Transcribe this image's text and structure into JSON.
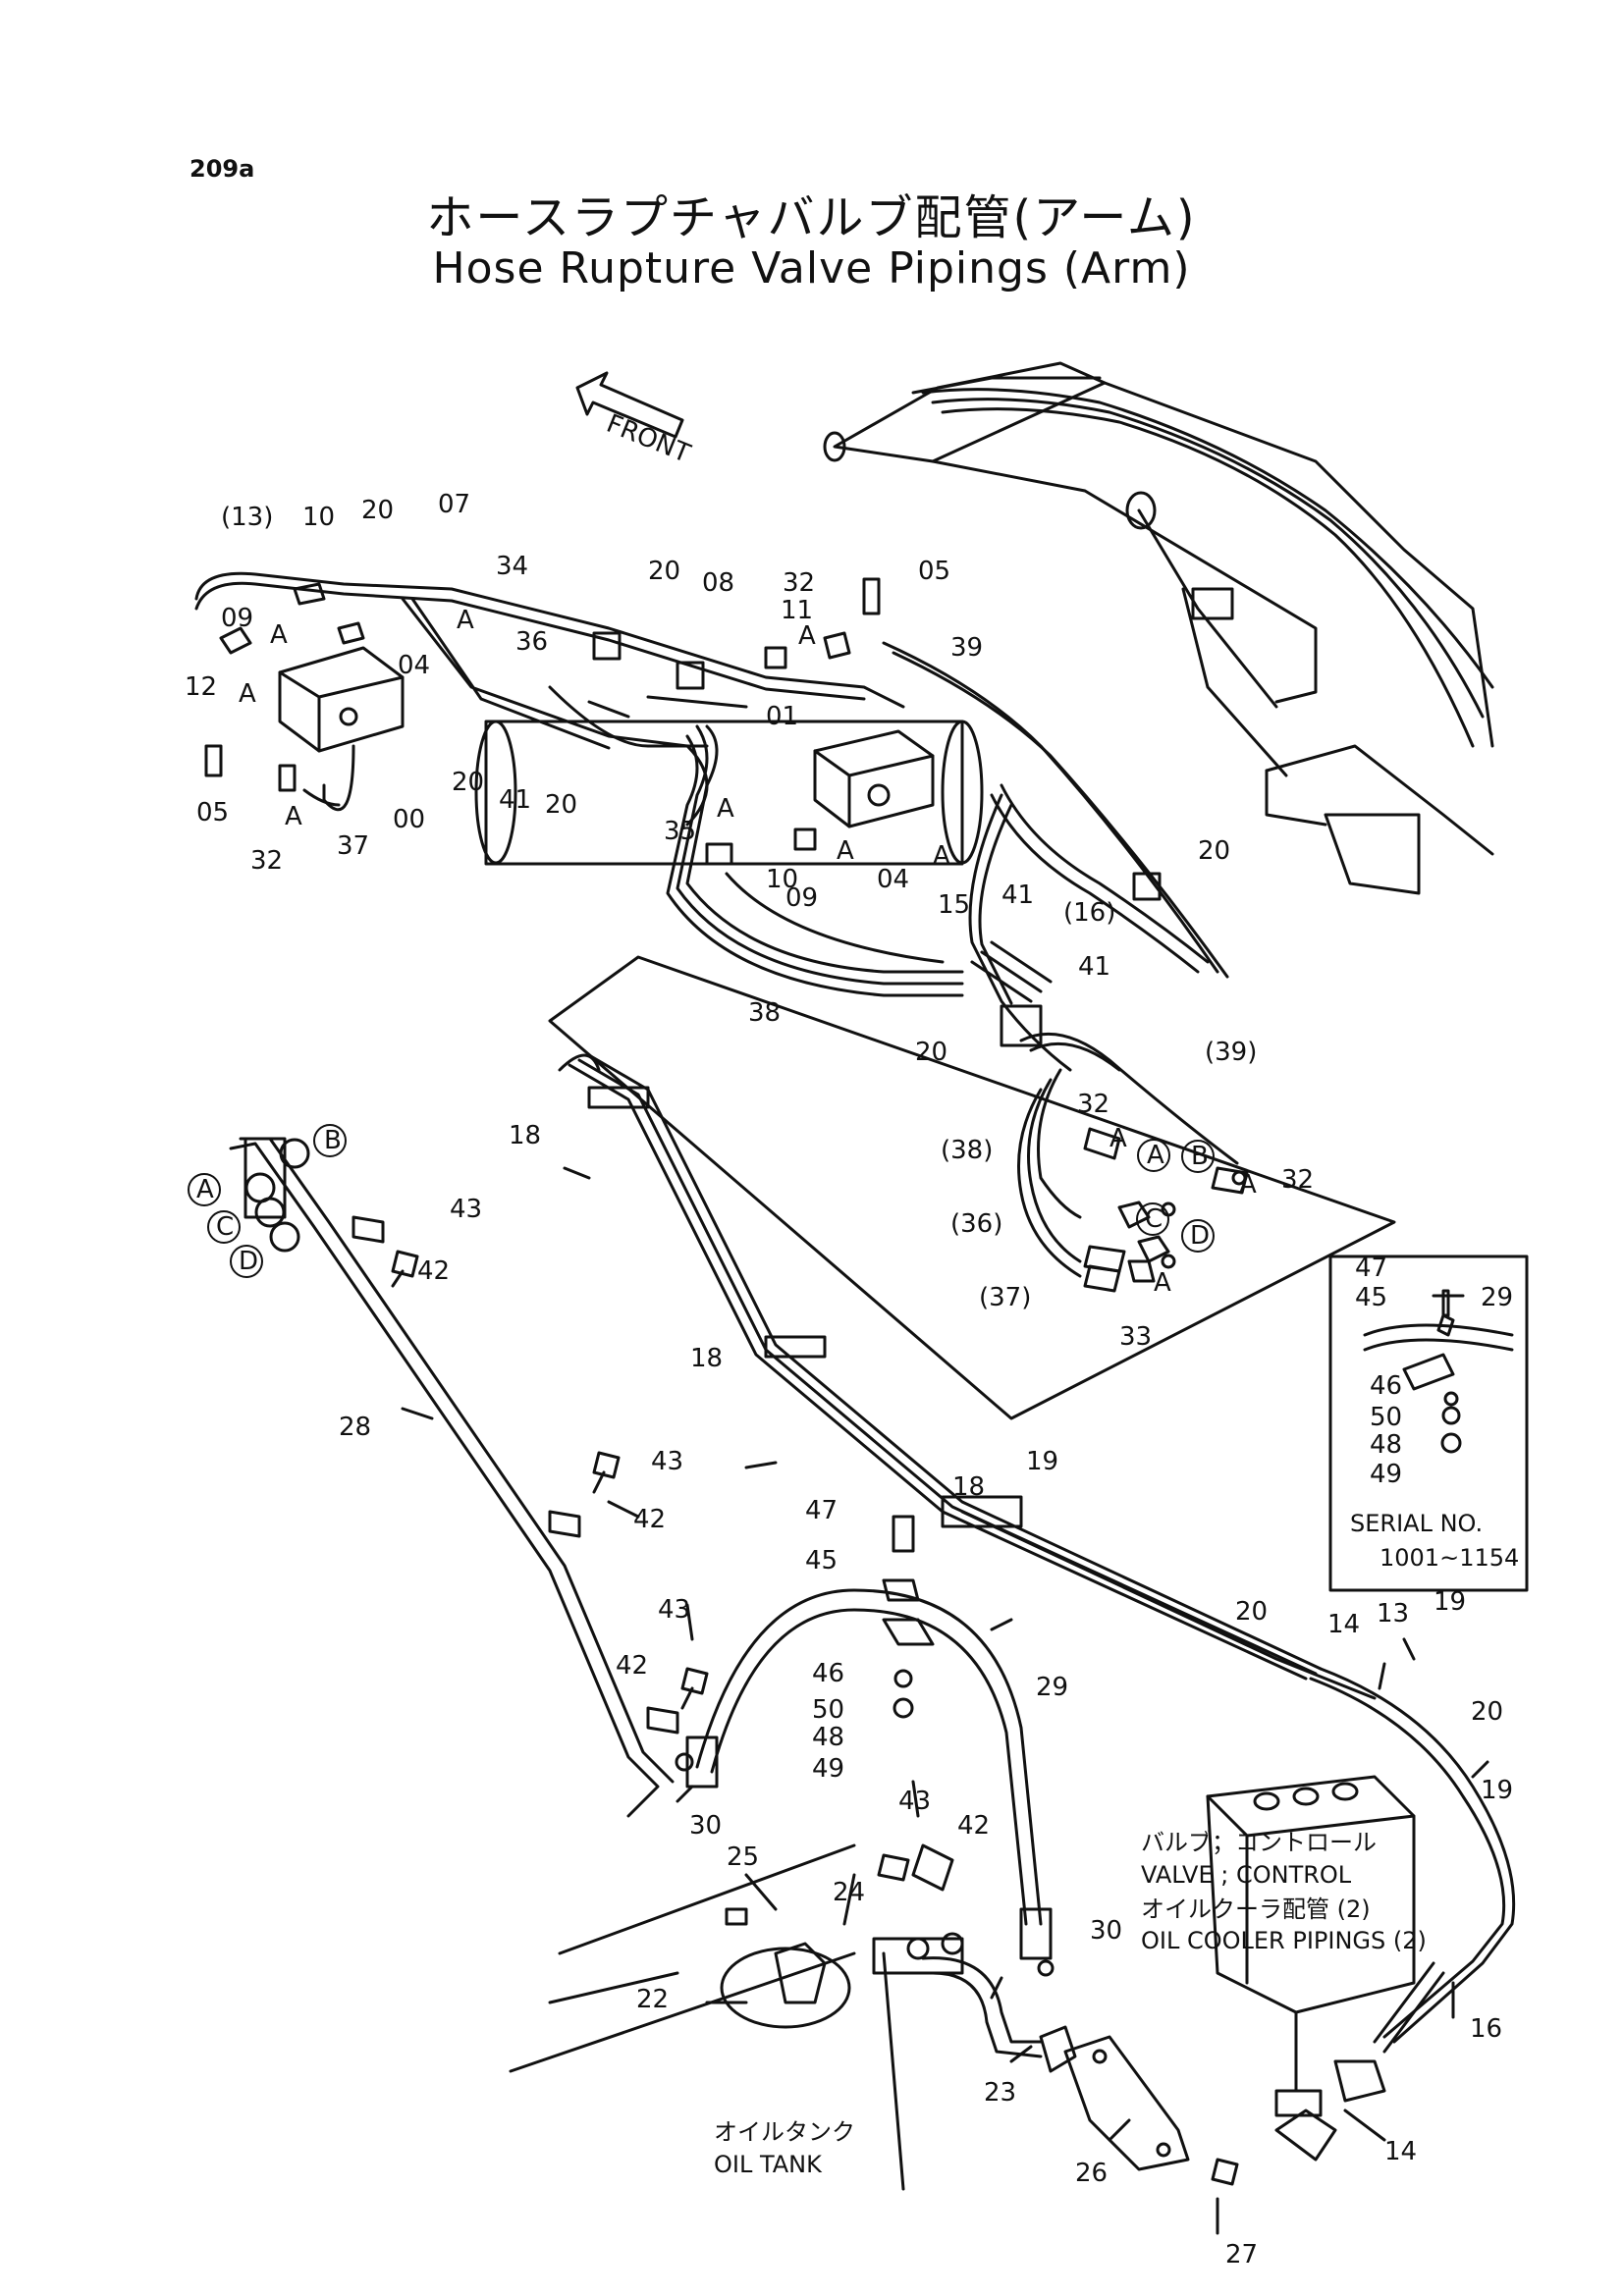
{
  "page_number": "209a",
  "title_jp": "ホースラプチャバルブ配管(アーム)",
  "title_en": "Hose Rupture Valve Pipings (Arm)",
  "front_label": "FRONT",
  "serial_box": {
    "line1": "SERIAL  NO.",
    "line2": "1001~1154",
    "labels": [
      "47",
      "45",
      "29",
      "46",
      "50",
      "48",
      "49"
    ]
  },
  "notes": {
    "valve_jp": "バルブ；コントロール",
    "valve_en": "VALVE ; CONTROL",
    "cooler_jp": "オイルクーラ配管 (2)",
    "cooler_en": "OIL  COOLER PIPINGS (2)",
    "tank_jp": "オイルタンク",
    "tank_en": "OIL  TANK"
  },
  "callouts": [
    "(13)",
    "10",
    "20",
    "07",
    "34",
    "09",
    "A",
    "A",
    "12",
    "A",
    "04",
    "36",
    "00",
    "05",
    "05",
    "32",
    "A",
    "37",
    "20",
    "41",
    "20",
    "20",
    "08",
    "11",
    "32",
    "A",
    "05",
    "39",
    "01",
    "35",
    "A",
    "10",
    "09",
    "04",
    "A",
    "A",
    "41",
    "15",
    "41",
    "(16)",
    "20",
    "41",
    "38",
    "20",
    "(39)",
    "32",
    "A",
    "A",
    "B",
    "A",
    "32",
    "(38)",
    "(36)",
    "C",
    "D",
    "(37)",
    "A",
    "33",
    "18",
    "B",
    "A",
    "C",
    "D",
    "43",
    "42",
    "28",
    "18",
    "43",
    "42",
    "43",
    "42",
    "30",
    "18",
    "19",
    "47",
    "45",
    "20",
    "14",
    "13",
    "19",
    "20",
    "46",
    "50",
    "48",
    "49",
    "29",
    "19",
    "25",
    "43",
    "42",
    "24",
    "22",
    "30",
    "23",
    "16",
    "26",
    "27",
    "14"
  ]
}
